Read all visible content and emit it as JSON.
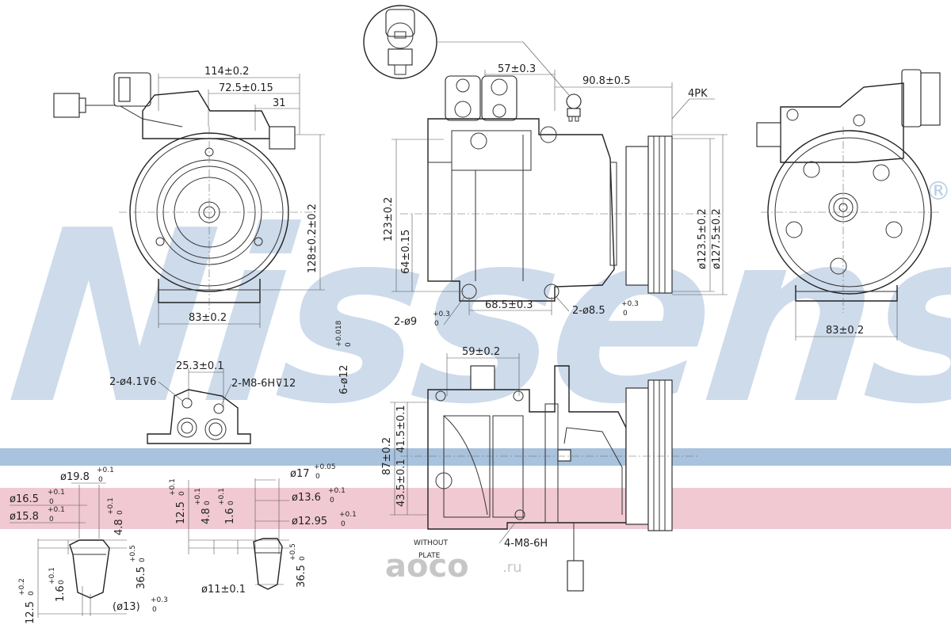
{
  "watermark": {
    "brand": "Nissens",
    "registered_mark": "®",
    "color_band": "#a9c2dd",
    "color_band_red": "#f1c9d2",
    "color_text": "#b8cde3"
  },
  "branding": {
    "site": "aoco",
    "domain_suffix": ".ru",
    "color": "#c6c6c6"
  },
  "dimensions": {
    "d114": "114±0.2",
    "d72_5": "72.5±0.15",
    "d31": "31",
    "d128": "128±0.2±0.2",
    "d83_front": "83±0.2",
    "d57": "57±0.3",
    "d90_8": "90.8±0.5",
    "pk": "4PK",
    "d123": "123±0.2",
    "d64": "64±0.15",
    "d123_5": "ø123.5±0.2",
    "d127_5": "ø127.5±0.2",
    "d68_5": "68.5±0.3",
    "holes9": "2-ø9",
    "holes9_tol": "+0.3",
    "holes9_tol0": "0",
    "holes8_5": "2-ø8.5",
    "holes8_5_tol": "+0.3",
    "holes8_5_tol0": "0",
    "d83_rear": "83±0.2",
    "d6_12": "6-ø12",
    "d6_12_tol": "+0.018",
    "d6_12_tol0": "0",
    "d25_3": "25.3±0.1",
    "holes4_1": "2-ø4.1⊽6",
    "holesM8": "2-M8-6H⊽12",
    "d59": "59±0.2",
    "d87": "87±0.2",
    "d41_5": "41.5±0.1",
    "d43_5": "43.5±0.1",
    "m8_4": "4-M8-6H",
    "without": "WITHOUT",
    "plate": "PLATE"
  },
  "fitting_left": {
    "d19_8": "ø19.8",
    "d19_8_tol": "+0.1",
    "d19_8_tol0": "0",
    "d16_5": "ø16.5",
    "d16_5_tol": "+0.1",
    "d16_5_tol0": "0",
    "d15_8": "ø15.8",
    "d15_8_tol": "+0.1",
    "d15_8_tol0": "0",
    "d4_8": "4.8",
    "d4_8_tol": "+0.1",
    "d4_8_tol0": "0",
    "d36_5": "36.5",
    "d36_5_tol": "+0.5",
    "d36_5_tol0": "0",
    "d1_6": "1.6",
    "d1_6_tol": "+0.1",
    "d1_6_tol0": "0",
    "d12_5": "12.5",
    "d12_5_tol": "+0.2",
    "d12_5_tol0": "0",
    "d13": "(ø13)",
    "d13_tol": "+0.3",
    "d13_tol0": "0"
  },
  "fitting_right": {
    "d12_5": "12.5",
    "d12_5_tol": "+0.1",
    "d12_5_tol0": "0",
    "d4_8": "4.8",
    "d4_8_tol": "+0.1",
    "d4_8_tol0": "0",
    "d1_6": "1.6",
    "d1_6_tol": "+0.1",
    "d1_6_tol0": "0",
    "d17": "ø17",
    "d17_tol": "+0.05",
    "d17_tol0": "0",
    "d13_6": "ø13.6",
    "d13_6_tol": "+0.1",
    "d13_6_tol0": "0",
    "d12_95": "ø12.95",
    "d12_95_tol": "+0.1",
    "d12_95_tol0": "0",
    "d36_5": "36.5",
    "d36_5_tol": "+0.5",
    "d36_5_tol0": "0",
    "d11": "ø11±0.1"
  }
}
